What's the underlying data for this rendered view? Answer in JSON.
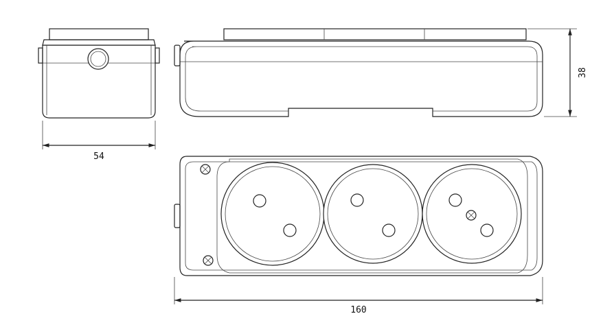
{
  "dimensions": {
    "width_label": "54",
    "height_label": "38",
    "length_label": "160"
  },
  "socket_count": 3
}
